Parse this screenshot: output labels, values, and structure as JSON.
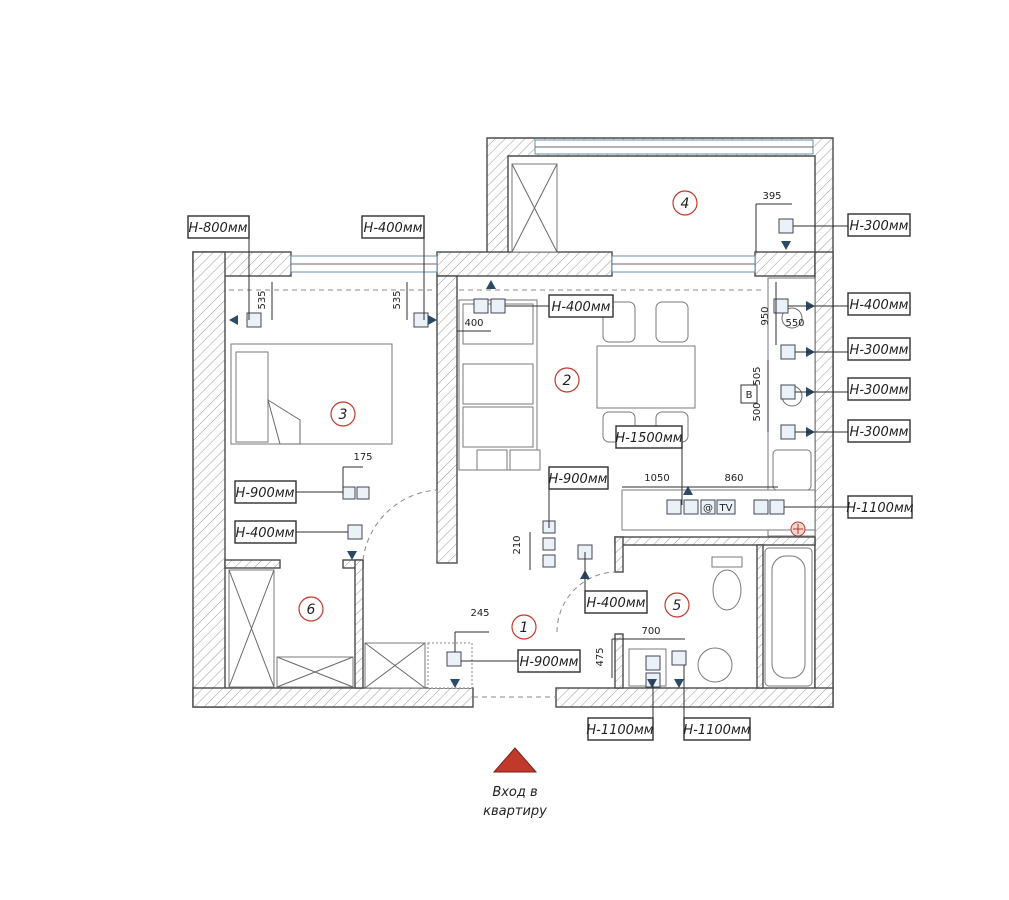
{
  "rooms": [
    "1",
    "2",
    "3",
    "4",
    "5",
    "6"
  ],
  "height_labels": {
    "h800": "H-800мм",
    "h400_bed": "H-400мм",
    "h300_balcony": "H-300мм",
    "h400_living": "H-400мм",
    "h400_kitchen_top": "H-400мм",
    "h300_k1": "H-300мм",
    "h300_k2": "H-300мм",
    "h300_k3": "H-300мм",
    "h1500": "H-1500мм",
    "h900_hall": "H-900мм",
    "h1100_kitchen": "H-1100мм",
    "h900_bed": "H-900мм",
    "h400_bed_door": "H-400мм",
    "h400_corridor": "H-400мм",
    "h900_entry": "H-900мм",
    "h1100_bath_a": "H-1100мм",
    "h1100_bath_b": "H-1100мм"
  },
  "dimensions": {
    "d395": "395",
    "d535a": "535",
    "d535b": "535",
    "d400": "400",
    "d950": "950",
    "d550": "550",
    "d505": "505",
    "d500": "500",
    "d175": "175",
    "d1050": "1050",
    "d860": "860",
    "d210": "210",
    "d245": "245",
    "d700": "700",
    "d475": "475"
  },
  "marker_b": "B",
  "outlet_icons": [
    "@",
    "TV"
  ],
  "entrance": {
    "line1": "Вход в",
    "line2": "квартиру",
    "color": "#c0392b"
  },
  "colors": {
    "accent": "#c0392b",
    "arrow": "#2b4a66",
    "wall": "#4a4a4a"
  }
}
